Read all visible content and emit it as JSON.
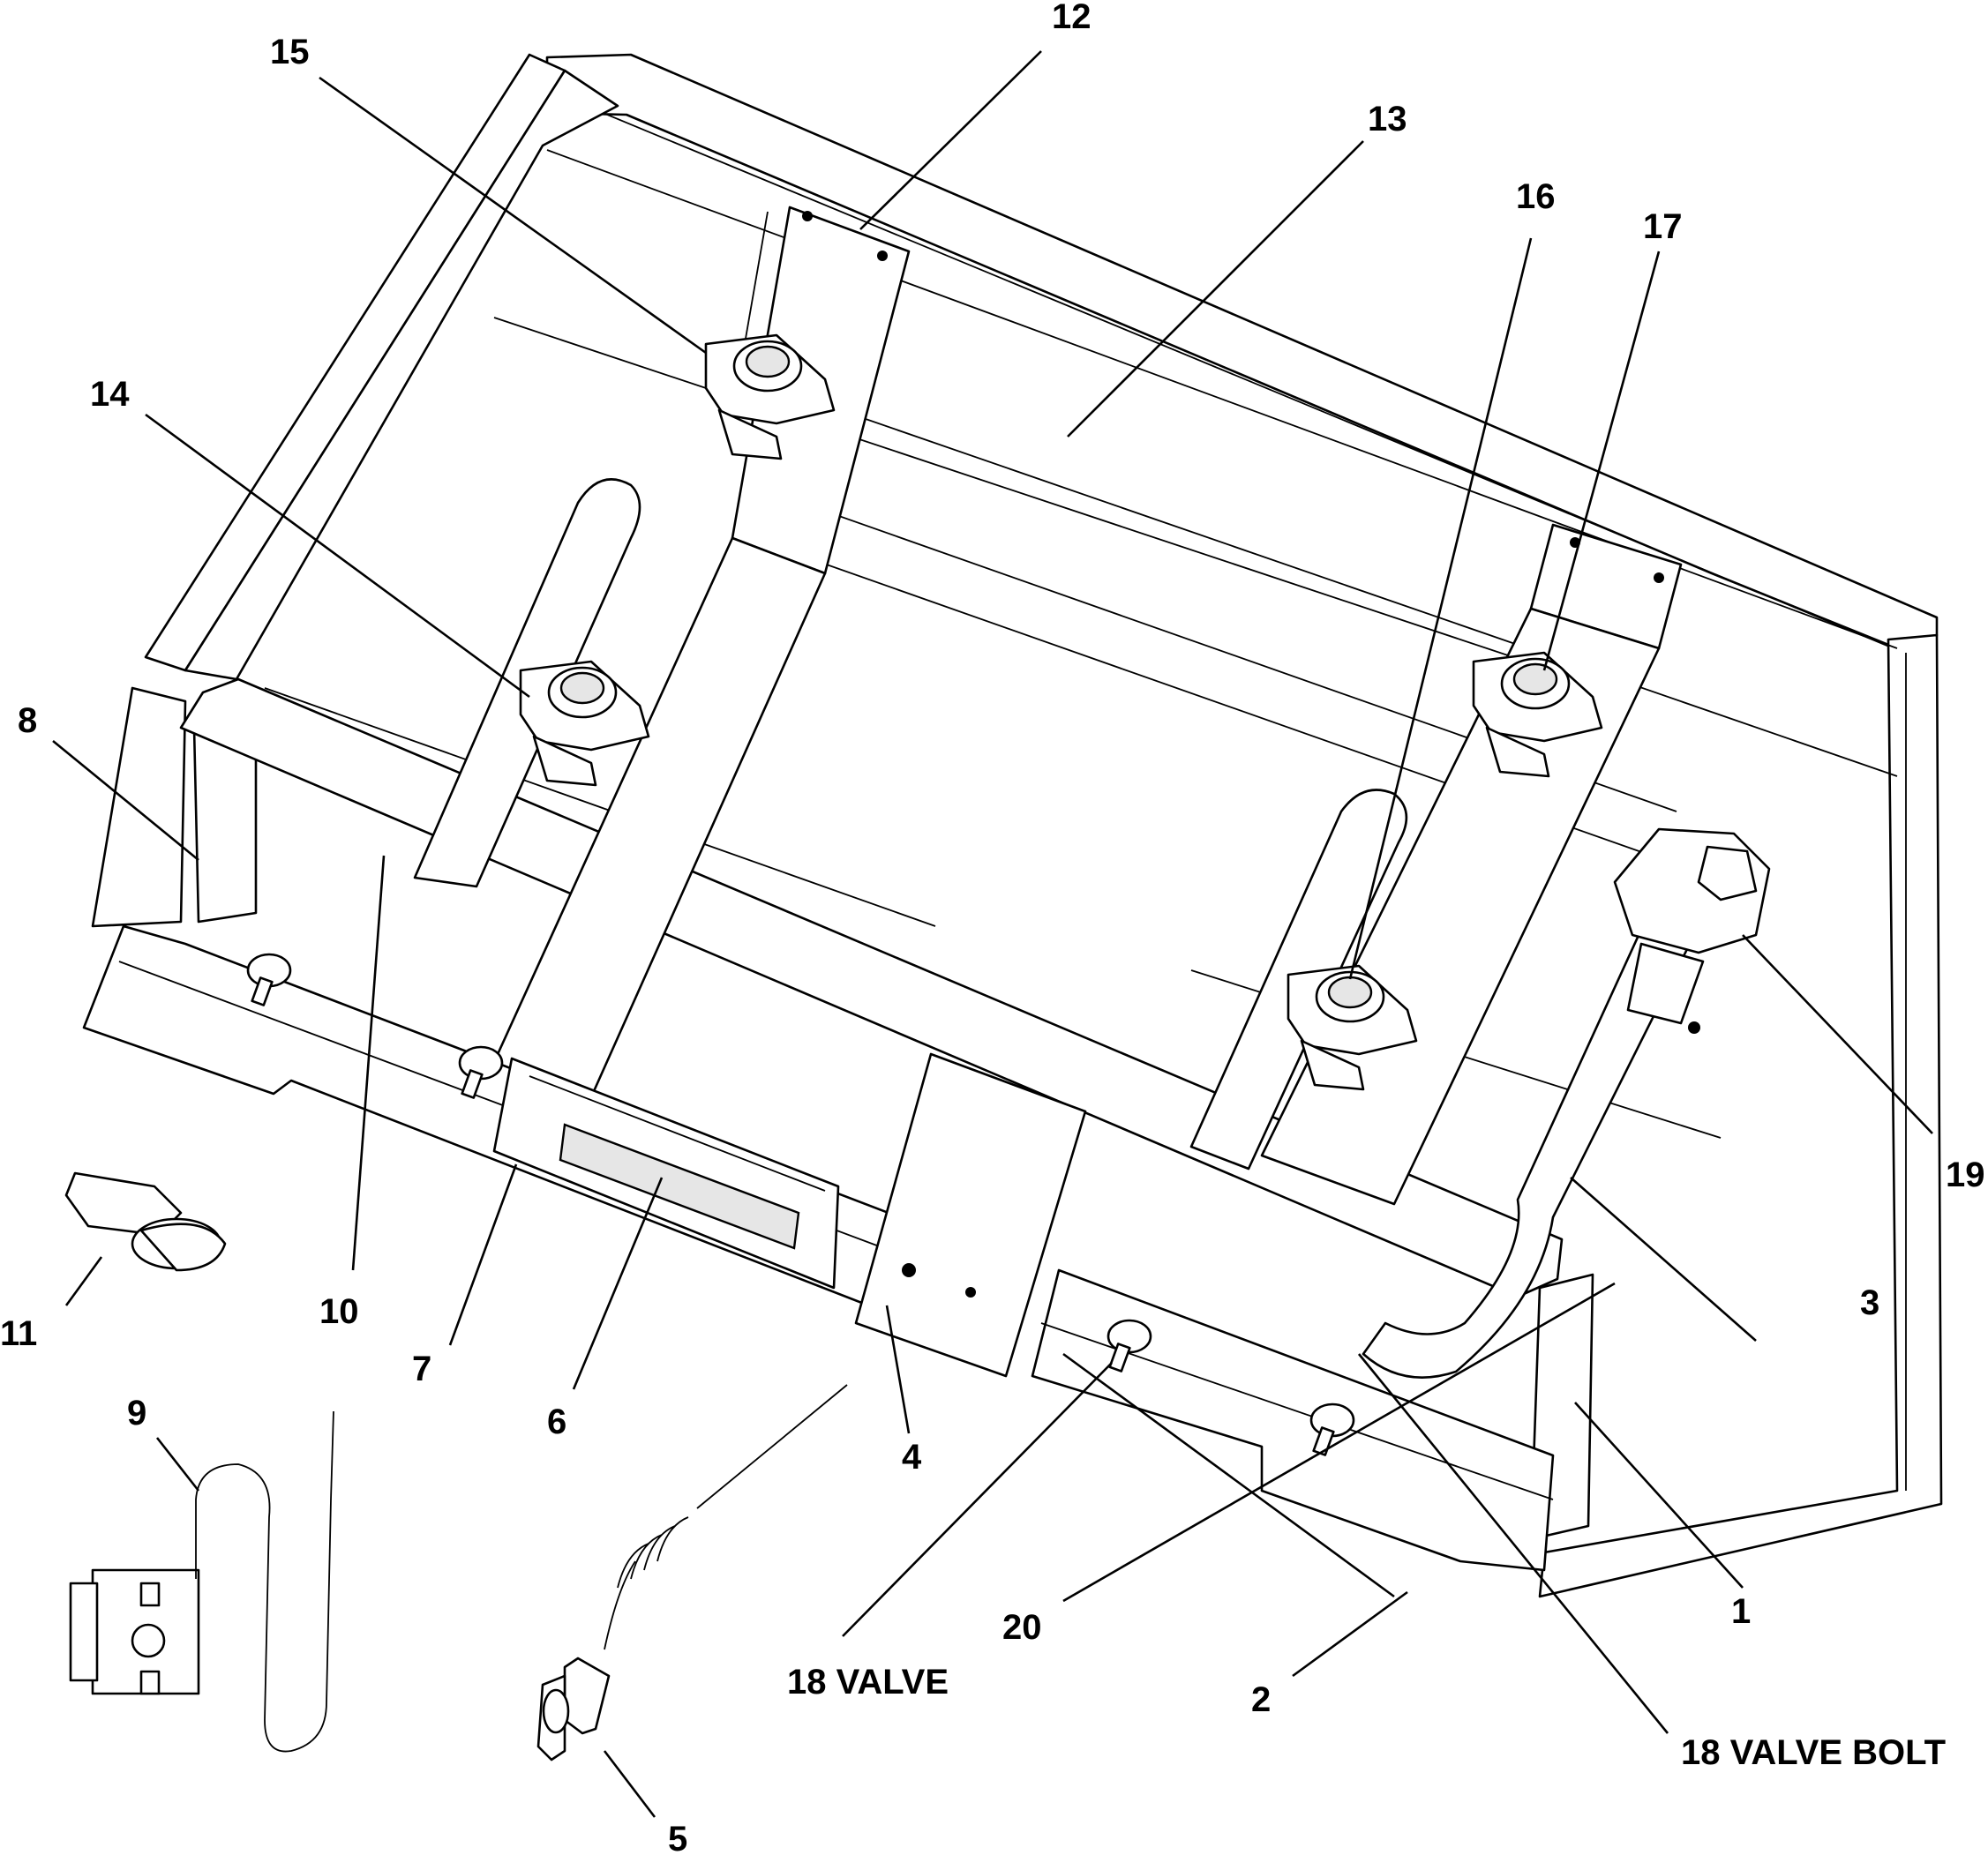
{
  "colors": {
    "line": "#000000",
    "background": "#ffffff",
    "shade": "#e6e6e6"
  },
  "callouts": {
    "c1": "1",
    "c2": "2",
    "c3": "3",
    "c4": "4",
    "c5": "5",
    "c6": "6",
    "c7": "7",
    "c8": "8",
    "c9": "9",
    "c10": "10",
    "c11": "11",
    "c12": "12",
    "c13": "13",
    "c14": "14",
    "c15": "15",
    "c16": "16",
    "c17": "17",
    "c18_valve": "18  VALVE",
    "c18_valve_bolt": "18  VALVE BOLT",
    "c19": "19",
    "c20": "20"
  }
}
